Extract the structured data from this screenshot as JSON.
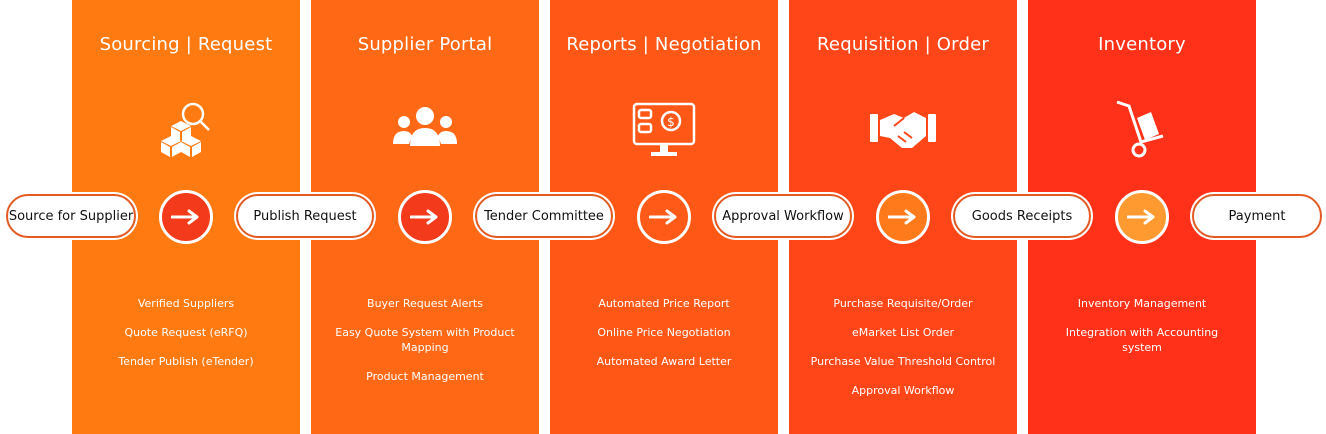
{
  "columns": [
    {
      "title": "Sourcing | Request",
      "color": "#ff7a11",
      "icon": "search-boxes-icon",
      "features": [
        "Verified Suppliers",
        "Quote Request (eRFQ)",
        "Tender Publish (eTender)"
      ]
    },
    {
      "title": "Supplier Portal",
      "color": "#ff6814",
      "icon": "people-group-icon",
      "features": [
        "Buyer Request Alerts",
        "Easy Quote System with Product Mapping",
        "Product Management"
      ]
    },
    {
      "title": "Reports | Negotiation",
      "color": "#ff5816",
      "icon": "price-monitor-icon",
      "features": [
        "Automated Price Report",
        "Online Price Negotiation",
        "Automated Award Letter"
      ]
    },
    {
      "title": "Requisition | Order",
      "color": "#ff4618",
      "icon": "handshake-icon",
      "features": [
        "Purchase Requisite/Order",
        "eMarket List Order",
        "Purchase Value Threshold Control",
        "Approval Workflow"
      ]
    },
    {
      "title": "Inventory",
      "color": "#ff3219",
      "icon": "hand-truck-icon",
      "features": [
        "Inventory Management",
        "Integration with Accounting system"
      ]
    }
  ],
  "steps": [
    "Source for Supplier",
    "Publish Request",
    "Tender Committee",
    "Approval Workflow",
    "Goods Receipts",
    "Payment"
  ],
  "arrow_colors": [
    "#f33a1a",
    "#f33a1a",
    "#ff5a17",
    "#ff7a1a",
    "#ff9a30"
  ]
}
